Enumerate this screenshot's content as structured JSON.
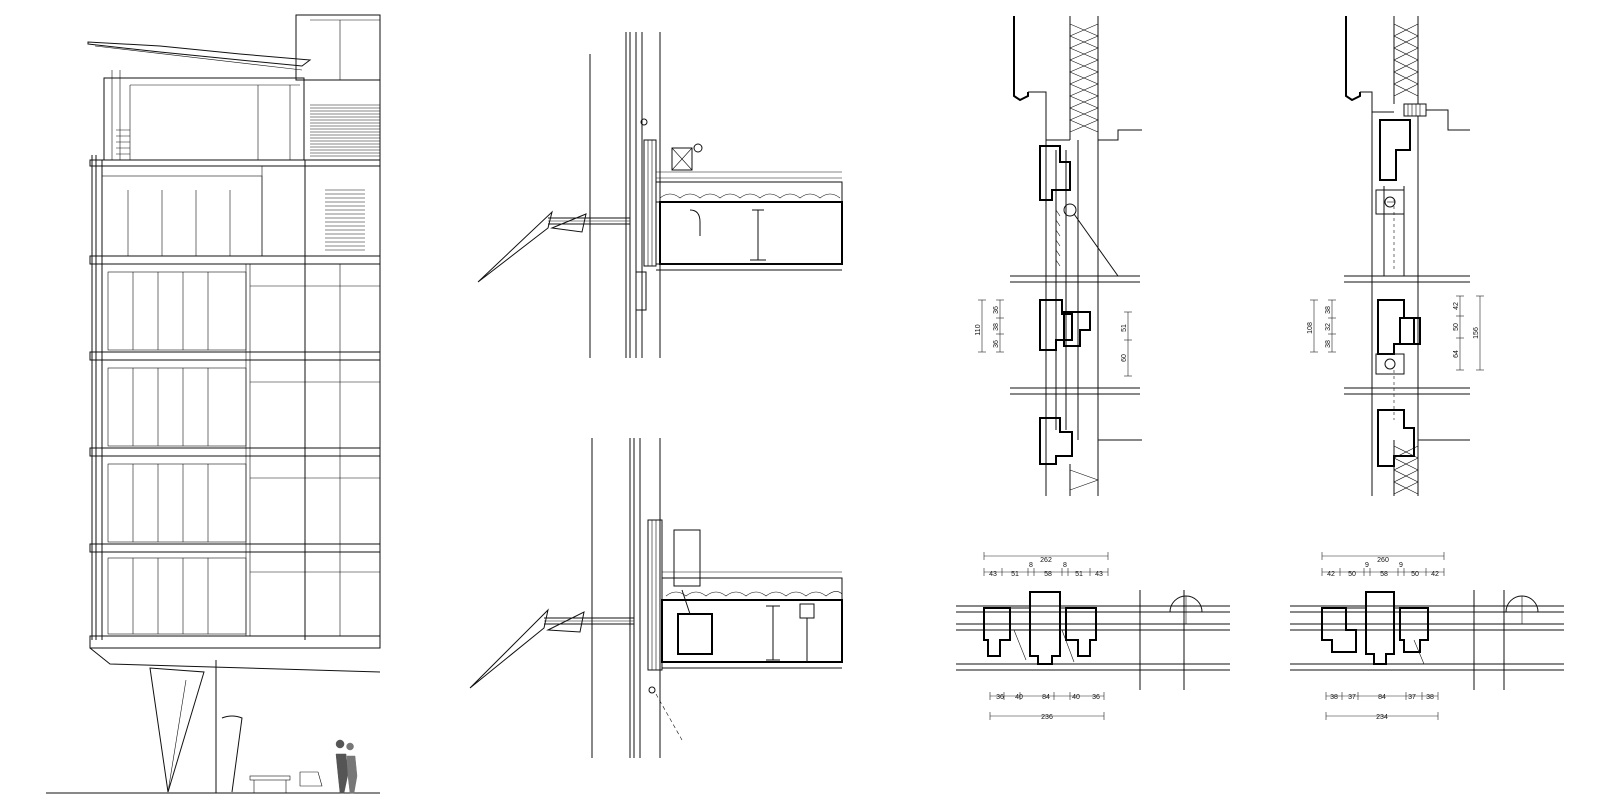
{
  "sheet": {
    "panels": [
      "building-section",
      "facade-detail-upper",
      "facade-detail-lower",
      "window-section-a",
      "window-section-b",
      "window-plan-a",
      "window-plan-b"
    ]
  },
  "dims_section_a": {
    "left_total": "110",
    "left_parts": [
      "36",
      "38",
      "36"
    ],
    "right_parts": [
      "51",
      "60"
    ]
  },
  "dims_section_b": {
    "left_total": "108",
    "left_parts": [
      "38",
      "32",
      "38"
    ],
    "right_total": "156",
    "right_parts": [
      "42",
      "50",
      "64"
    ]
  },
  "dims_plan_a": {
    "top_total": "262",
    "top_parts": [
      "43",
      "51",
      "8",
      "58",
      "8",
      "51",
      "43"
    ],
    "bottom_parts": [
      "36",
      "40",
      "84",
      "40",
      "36"
    ],
    "bottom_total": "236"
  },
  "dims_plan_b": {
    "top_total": "260",
    "top_parts": [
      "42",
      "50",
      "9",
      "58",
      "9",
      "50",
      "42"
    ],
    "bottom_parts": [
      "38",
      "37",
      "84",
      "37",
      "38"
    ],
    "bottom_total": "234"
  }
}
